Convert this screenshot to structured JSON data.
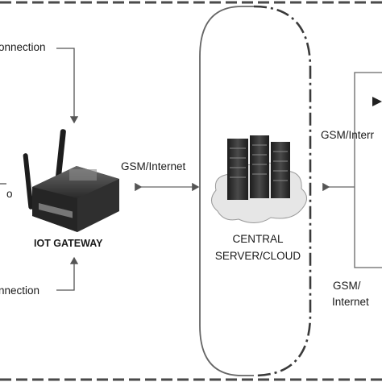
{
  "labels": {
    "connection_top": "onnection",
    "connection_bottom": "nnection",
    "left_partial": "o",
    "gsm_internet_left": "GSM/Internet",
    "iot_gateway": "IOT GATEWAY",
    "central_server_line1": "CENTRAL",
    "central_server_line2": "SERVER/CLOUD",
    "gsm_internet_right_top": "GSM/Interr",
    "gsm_right_bottom_line1": "GSM/",
    "gsm_right_bottom_line2": "Internet"
  },
  "colors": {
    "line": "#555555",
    "dash_border": "#4a4a4a",
    "server_dark": "#2b2b2b",
    "cloud_fill": "#e6e6e6"
  }
}
